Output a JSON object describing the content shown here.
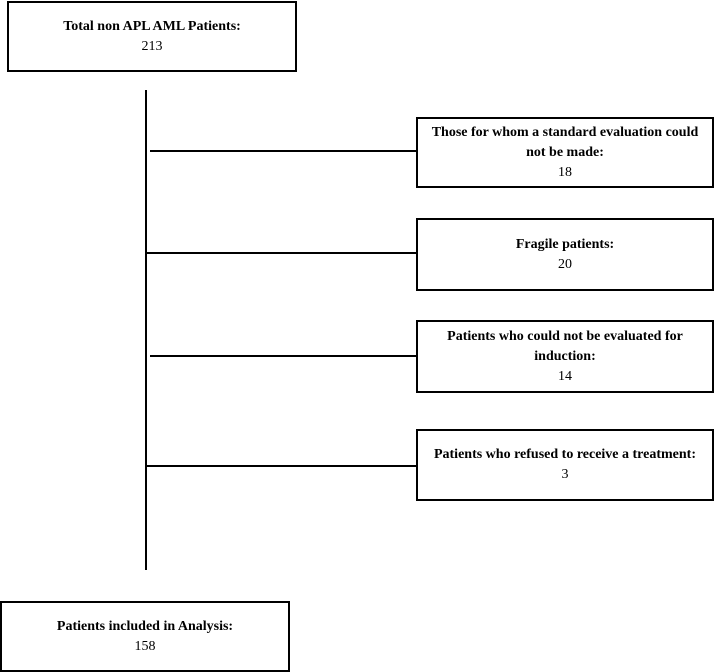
{
  "top_box": {
    "label": "Total non APL AML Patients:",
    "count": "213"
  },
  "exclusions": [
    {
      "label": "Those for whom a standard evaluation could not be made:",
      "count": "18"
    },
    {
      "label": "Fragile patients:",
      "count": "20"
    },
    {
      "label": "Patients who could not be evaluated for induction:",
      "count": "14"
    },
    {
      "label": "Patients who refused to receive a treatment:",
      "count": "3"
    }
  ],
  "bottom_box": {
    "label": "Patients included in Analysis:",
    "count": "158"
  }
}
